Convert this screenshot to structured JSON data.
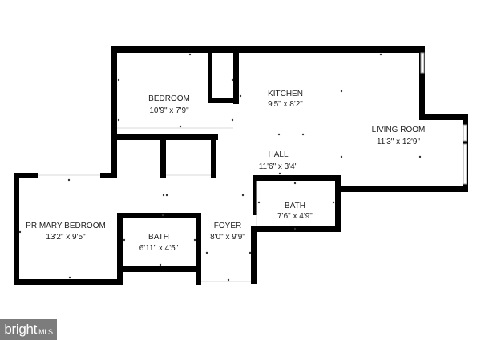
{
  "floorplan": {
    "rooms": [
      {
        "id": "bedroom",
        "name": "BEDROOM",
        "dims": "10'9\" x 7'9\""
      },
      {
        "id": "kitchen",
        "name": "KITCHEN",
        "dims": "9'5\" x 8'2\""
      },
      {
        "id": "living-room",
        "name": "LIVING ROOM",
        "dims": "11'3\" x 12'9\""
      },
      {
        "id": "hall",
        "name": "HALL",
        "dims": "11'6\" x 3'4\""
      },
      {
        "id": "bath-right",
        "name": "BATH",
        "dims": "7'6\" x 4'9\""
      },
      {
        "id": "primary-bedroom",
        "name": "PRIMARY BEDROOM",
        "dims": "13'2\" x 9'5\""
      },
      {
        "id": "bath-left",
        "name": "BATH",
        "dims": "6'11\" x 4'5\""
      },
      {
        "id": "foyer",
        "name": "FOYER",
        "dims": "8'0\" x 9'9\""
      }
    ],
    "colors": {
      "wall": "#000000",
      "background": "#ffffff",
      "logo_bg": "#7c7c7c"
    }
  },
  "logo": {
    "brand": "bright",
    "suffix": "MLS"
  }
}
